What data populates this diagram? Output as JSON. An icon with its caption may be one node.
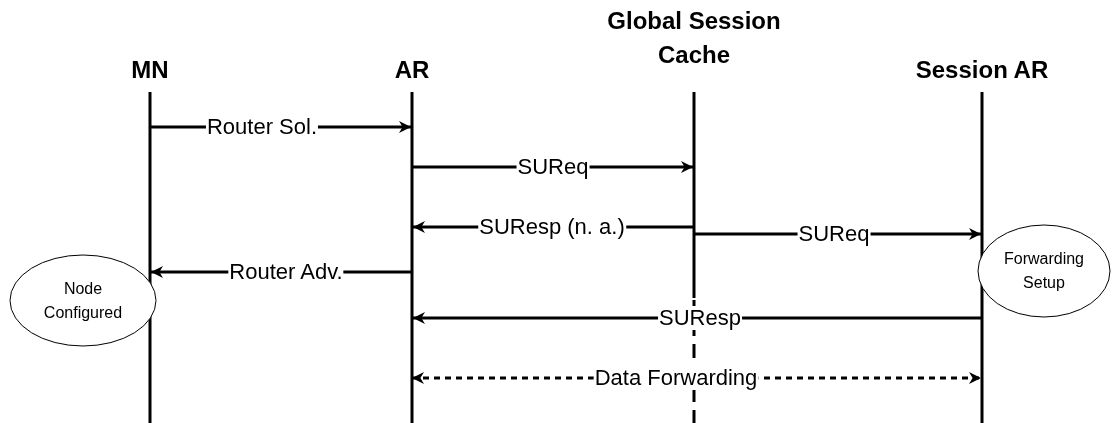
{
  "diagram": {
    "nodes": [
      {
        "text": [
          "MN"
        ]
      },
      {
        "text": [
          "AR"
        ]
      },
      {
        "text": [
          "Global Session Cache"
        ]
      },
      {
        "text": [
          "Session AR"
        ]
      },
      {
        "text": [
          "Node Configured"
        ]
      },
      {
        "text": [
          "Forwarding Setup"
        ]
      }
    ],
    "edges": [
      {
        "from": 0,
        "to": 1,
        "arrow": "to",
        "label": "Router Sol."
      },
      {
        "from": 1,
        "to": 2,
        "arrow": "to",
        "label": "SUReq"
      },
      {
        "from": 2,
        "to": 1,
        "arrow": "to",
        "label": "SUResp (n. a.)"
      },
      {
        "from": 2,
        "to": 3,
        "arrow": "to",
        "label": "SUReq"
      },
      {
        "from": 1,
        "to": 0,
        "arrow": "to",
        "label": "Router Adv."
      },
      {
        "from": 3,
        "to": 1,
        "arrow": "to",
        "label": "SUResp"
      },
      {
        "from": 1,
        "to": 3,
        "arrow": "both",
        "label": "Data Forwarding",
        "style": "dashed"
      }
    ]
  }
}
